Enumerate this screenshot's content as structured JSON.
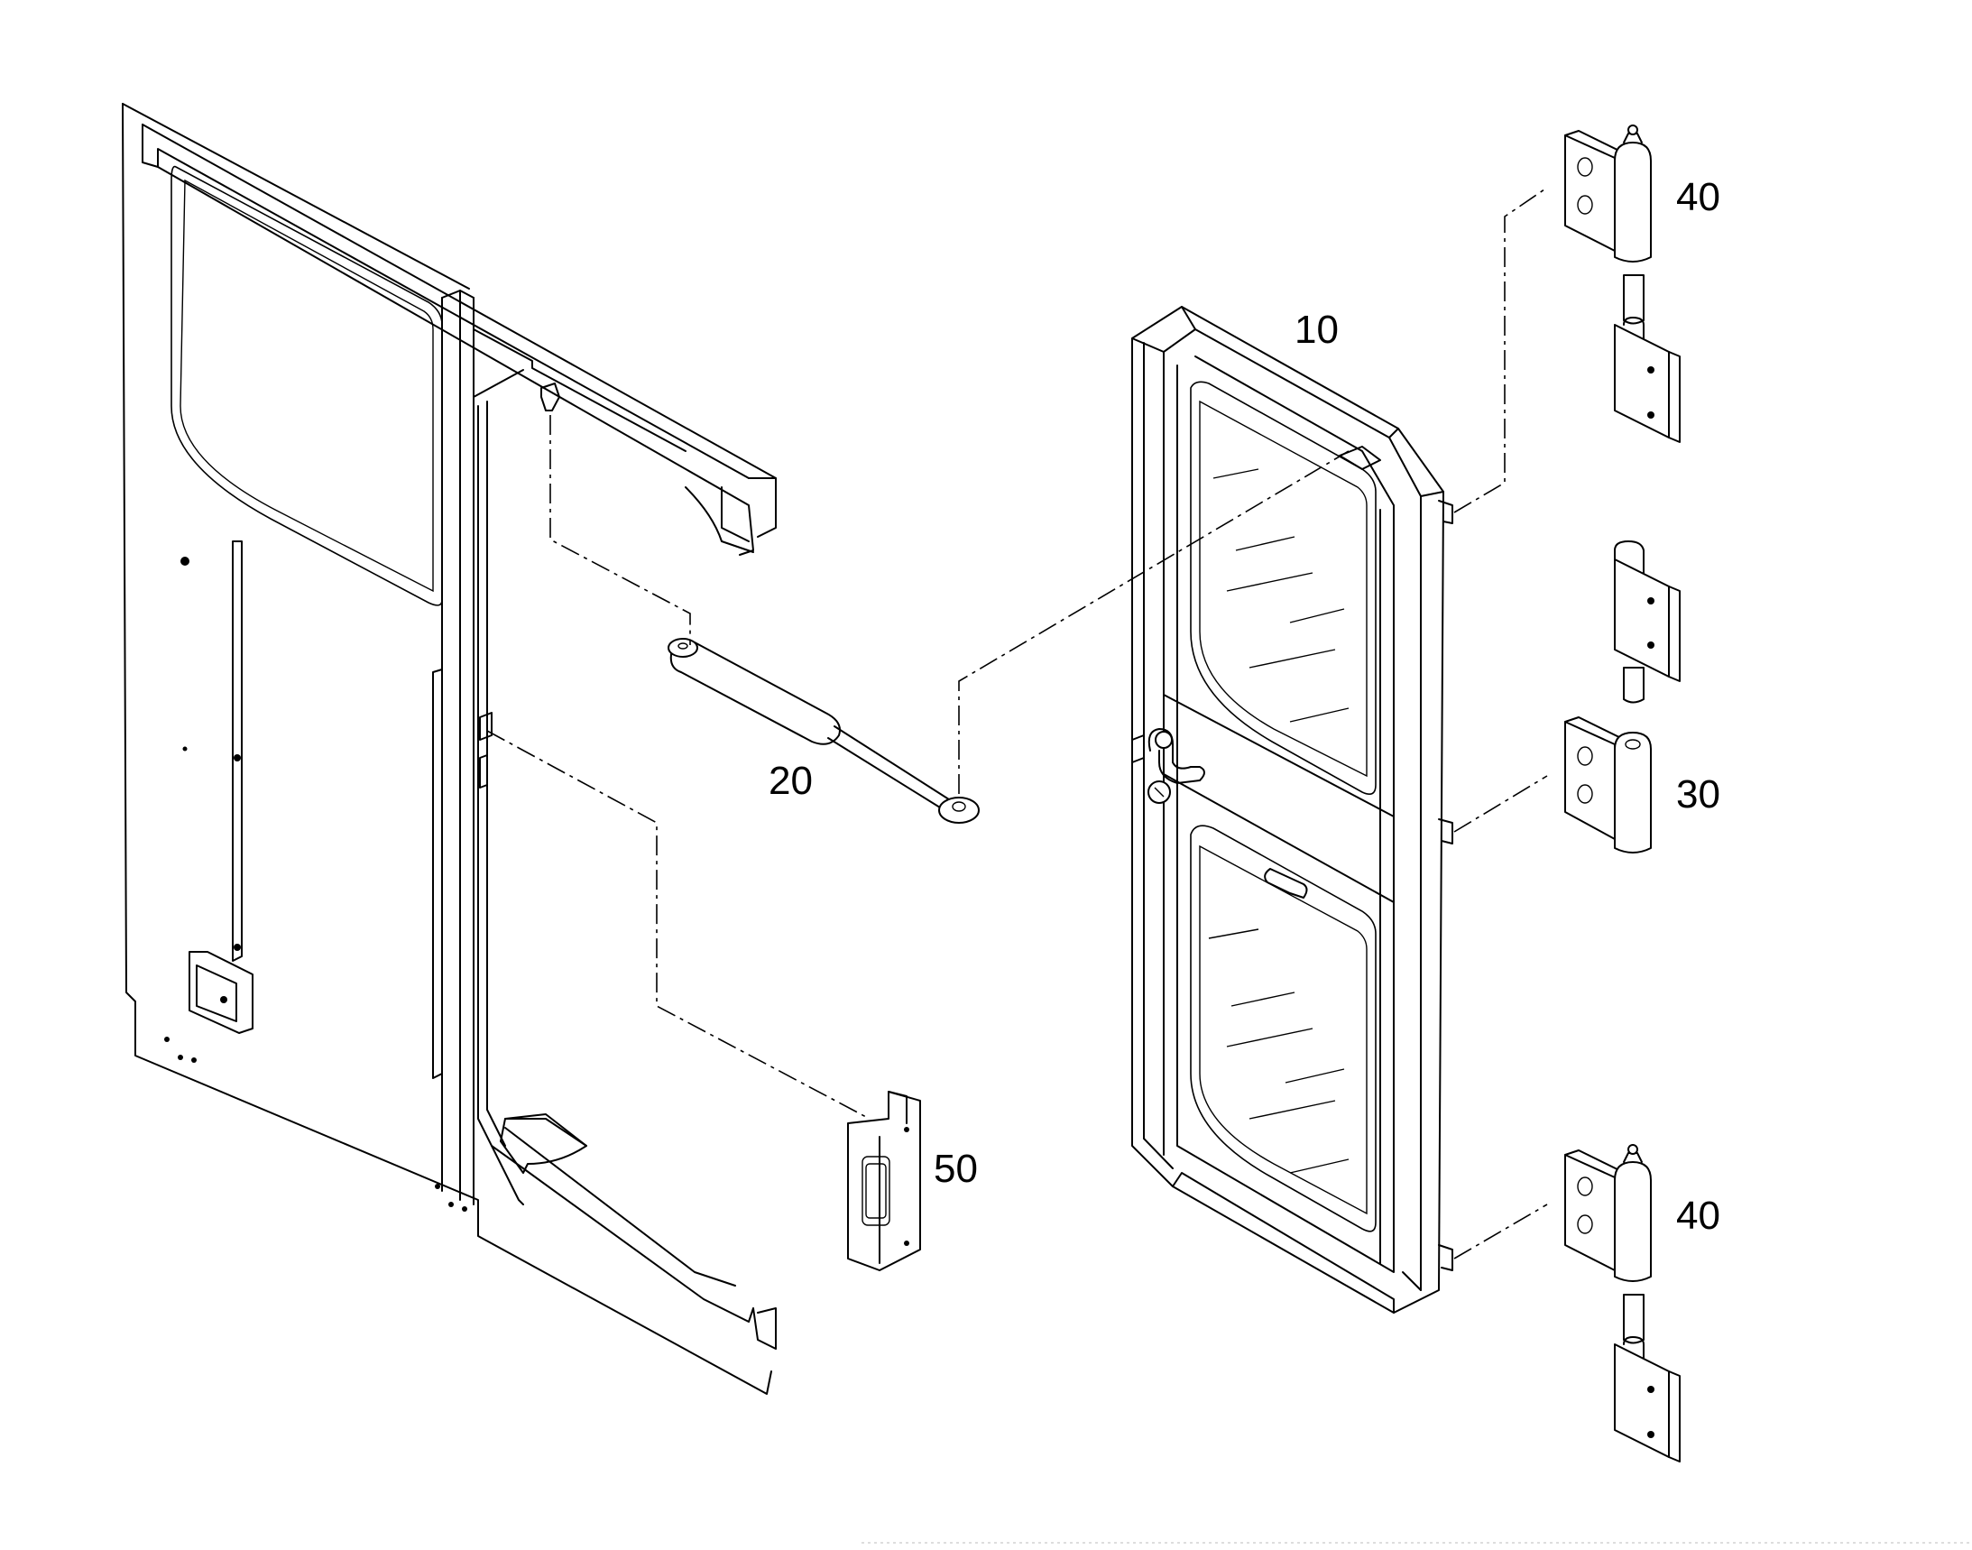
{
  "diagram": {
    "callouts": [
      {
        "id": "door",
        "label": "10"
      },
      {
        "id": "gas-spring",
        "label": "20"
      },
      {
        "id": "hinge-middle",
        "label": "30"
      },
      {
        "id": "hinge-top",
        "label": "40"
      },
      {
        "id": "hinge-bottom",
        "label": "40"
      },
      {
        "id": "striker-plate",
        "label": "50"
      }
    ]
  }
}
